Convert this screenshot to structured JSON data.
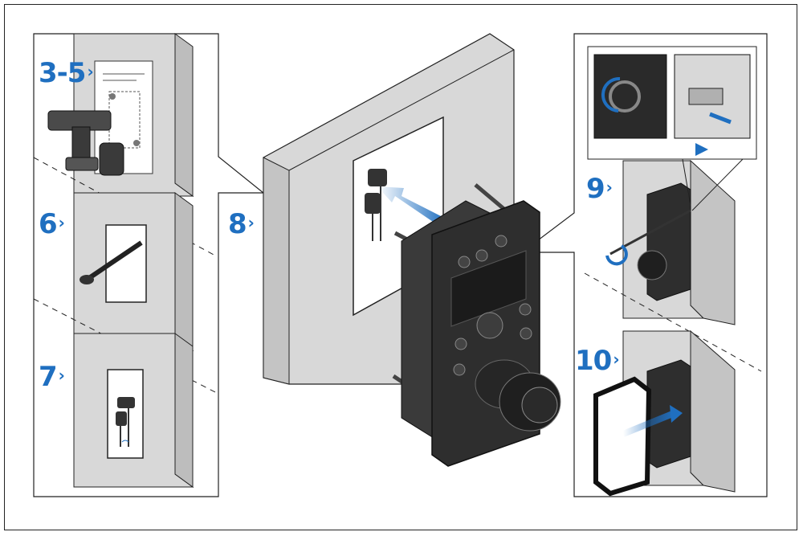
{
  "steps": [
    {
      "id": "s35",
      "label": "3-5",
      "chevron": "›"
    },
    {
      "id": "s6",
      "label": "6",
      "chevron": "›"
    },
    {
      "id": "s7",
      "label": "7",
      "chevron": "›"
    },
    {
      "id": "s8",
      "label": "8",
      "chevron": "›"
    },
    {
      "id": "s9",
      "label": "9",
      "chevron": "›"
    },
    {
      "id": "s10",
      "label": "10",
      "chevron": "›"
    }
  ],
  "colors": {
    "accent": "#1f6fc0",
    "wall": "#d8d8d8",
    "wall_side": "#c2c2c2",
    "device": "#2e2e2e",
    "outline": "#1a1a1a"
  }
}
